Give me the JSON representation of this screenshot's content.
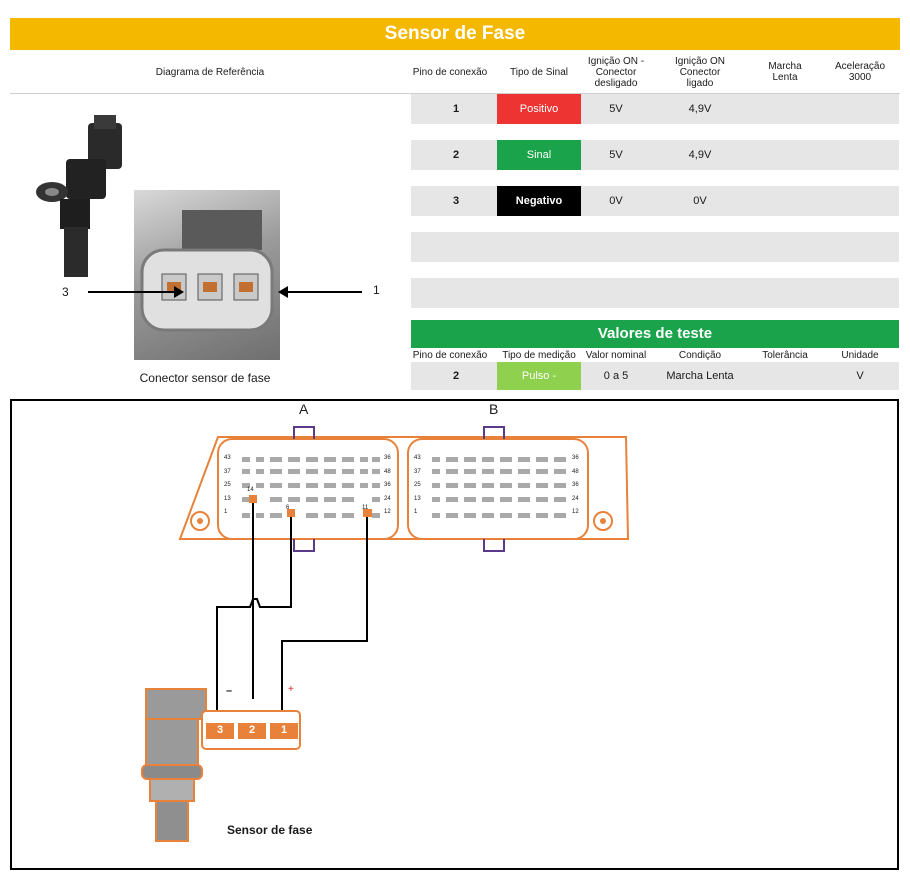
{
  "title": "Sensor de Fase",
  "header": {
    "diagram": "Diagrama de Referência",
    "pin": "Pino de conexão",
    "signal_type": "Tipo de Sinal",
    "ign_off": "Ignição ON - Conector desligado",
    "ign_on": "Ignição ON Conector ligado",
    "idle": "Marcha Lenta",
    "accel": "Aceleração 3000"
  },
  "rows": [
    {
      "pin": "1",
      "type": "Positivo",
      "color": "#ee3333",
      "off": "5V",
      "on": "4,9V"
    },
    {
      "pin": "2",
      "type": "Sinal",
      "color": "#1aa34a",
      "off": "5V",
      "on": "4,9V"
    },
    {
      "pin": "3",
      "type": "Negativo",
      "color": "#000000",
      "off": "0V",
      "on": "0V"
    }
  ],
  "test": {
    "title": "Valores de teste",
    "headers": {
      "pin": "Pino de conexão",
      "measure": "Tipo de medição",
      "nominal": "Valor nominal",
      "condition": "Condição",
      "tolerance": "Tolerância",
      "unit": "Unidade"
    },
    "row": {
      "pin": "2",
      "measure": "Pulso -",
      "nominal": "0 a 5",
      "condition": "Marcha Lenta",
      "tolerance": "",
      "unit": "V"
    }
  },
  "connector_caption": "Conector sensor de fase",
  "connector_labels": {
    "left": "3",
    "right": "1"
  },
  "ecu": {
    "a": "A",
    "b": "B",
    "row_left": [
      "43",
      "37",
      "25",
      "13",
      "1"
    ],
    "row_right_a": [
      "36",
      "48",
      "36",
      "24",
      "12"
    ],
    "row_right_b": [
      "36",
      "48",
      "36",
      "24",
      "12"
    ],
    "pin_labels": {
      "p14": "14",
      "p6": "6",
      "p11": "11"
    }
  },
  "sensor": {
    "pins": [
      "3",
      "2",
      "1"
    ],
    "minus": "–",
    "plus": "+",
    "label": "Sensor de fase"
  },
  "colors": {
    "orange": "#e8823a",
    "purple": "#5b3a8a",
    "green": "#1aa34a",
    "yellow": "#f5b800"
  }
}
